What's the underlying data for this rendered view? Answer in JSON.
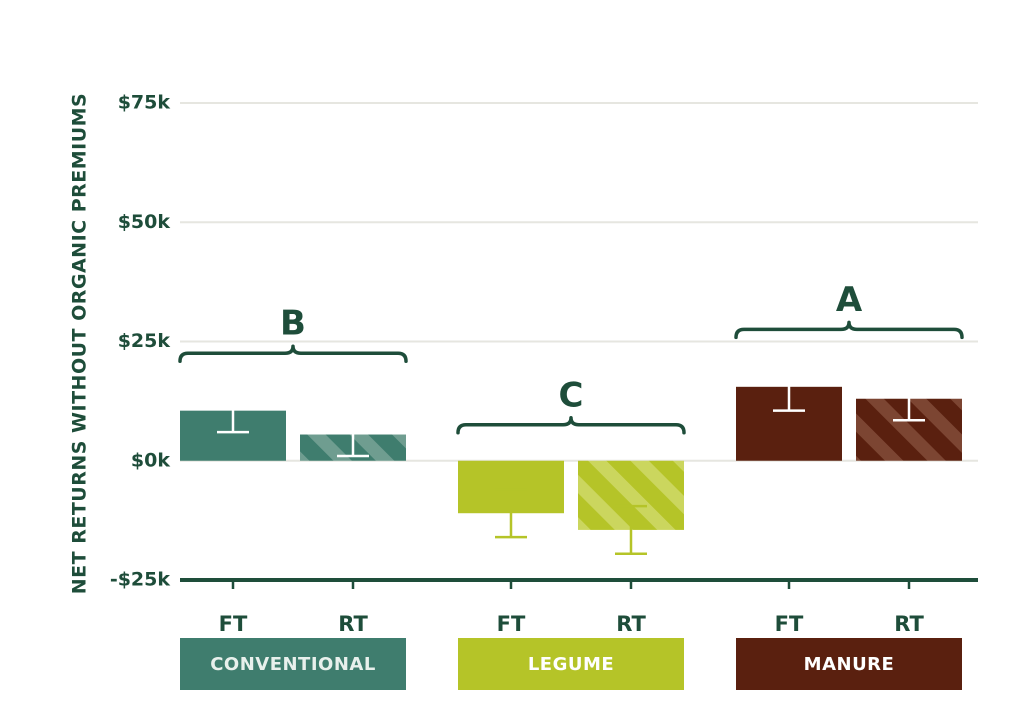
{
  "chart_data": {
    "type": "bar",
    "ylabel": "NET RETURNS WITHOUT ORGANIC PREMIUMS",
    "ylim": [
      -25,
      75
    ],
    "yticks": [
      {
        "value": 75,
        "label": "$75k"
      },
      {
        "value": 50,
        "label": "$50k"
      },
      {
        "value": 25,
        "label": "$25k"
      },
      {
        "value": 0,
        "label": "$0k"
      },
      {
        "value": -25,
        "label": "-$25k"
      }
    ],
    "grid": true,
    "groups": [
      {
        "name": "CONVENTIONAL",
        "letter": "B",
        "color": "#3f7d6e",
        "light_color": "#6f9d90",
        "text_color": "#e8f0ec",
        "whisker_color": "#ffffff",
        "bars": [
          {
            "category": "FT",
            "value": 10.5,
            "err_low": 6,
            "err_high": 15,
            "hatched": false
          },
          {
            "category": "RT",
            "value": 5.5,
            "err_low": 1,
            "err_high": 9.5,
            "hatched": true
          }
        ]
      },
      {
        "name": "LEGUME",
        "letter": "C",
        "color": "#b5c428",
        "light_color": "#cbd65e",
        "text_color": "#ffffff",
        "whisker_color": "#b5c428",
        "bars": [
          {
            "category": "FT",
            "value": -11,
            "err_low": -16,
            "err_high": -6,
            "hatched": false
          },
          {
            "category": "RT",
            "value": -14.5,
            "err_low": -19.5,
            "err_high": -9.5,
            "hatched": true
          }
        ]
      },
      {
        "name": "MANURE",
        "letter": "A",
        "color": "#5a200f",
        "light_color": "#7c4532",
        "text_color": "#ffffff",
        "whisker_color": "#ffffff",
        "bars": [
          {
            "category": "FT",
            "value": 15.5,
            "err_low": 10.5,
            "err_high": 20,
            "hatched": false
          },
          {
            "category": "RT",
            "value": 13,
            "err_low": 8.5,
            "err_high": 17,
            "hatched": true
          }
        ]
      }
    ],
    "colors": {
      "text": "#1e4d3a",
      "grid": "#e6e6e0",
      "axis": "#1e4d3a"
    }
  }
}
